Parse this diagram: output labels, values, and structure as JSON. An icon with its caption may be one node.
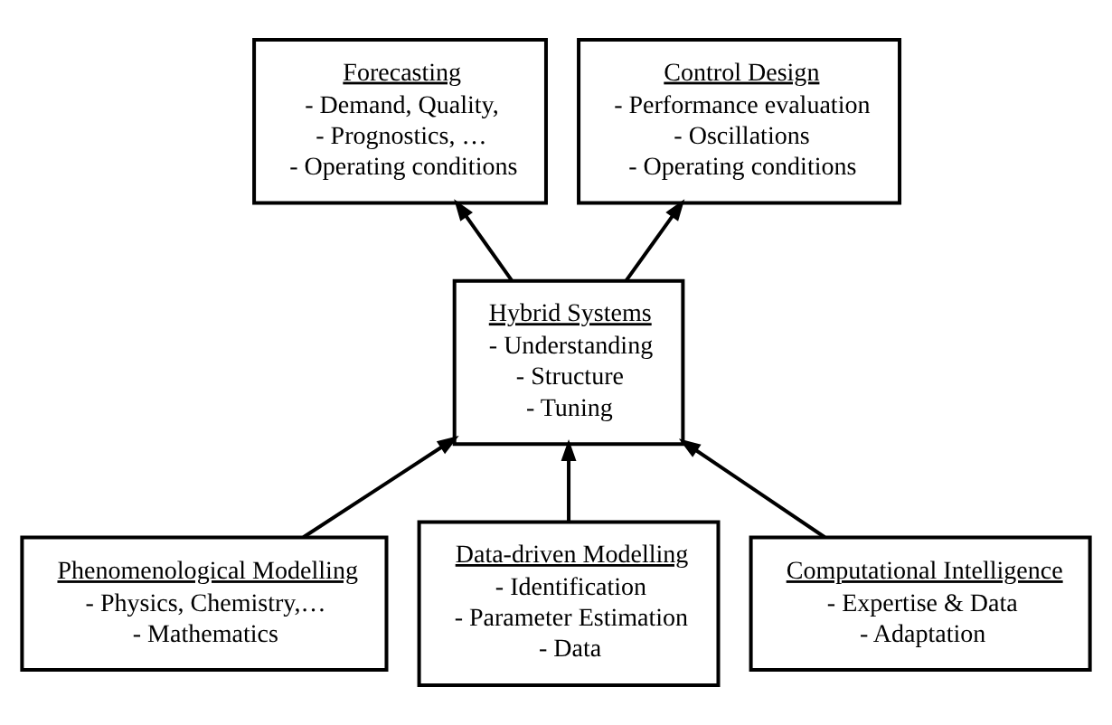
{
  "diagram": {
    "nodes": [
      {
        "text": [
          "Hybrid Systems",
          "- Understanding",
          "- Structure",
          "- Tuning"
        ]
      },
      {
        "text": [
          "Forecasting",
          "- Demand, Quality,",
          "- Prognostics, …",
          "- Operating conditions"
        ]
      },
      {
        "text": [
          "Control Design",
          "- Performance evaluation",
          "- Oscillations",
          "- Operating conditions"
        ]
      },
      {
        "text": [
          "Phenomenological Modelling",
          "- Physics, Chemistry,…",
          "- Mathematics"
        ]
      },
      {
        "text": [
          "Data-driven Modelling",
          "- Identification",
          "- Parameter Estimation",
          "- Data"
        ]
      },
      {
        "text": [
          "Computational Intelligence",
          "- Expertise & Data",
          "- Adaptation"
        ]
      }
    ],
    "edges": [
      {
        "from": 0,
        "to": 1,
        "arrow": "to"
      },
      {
        "from": 0,
        "to": 2,
        "arrow": "to"
      },
      {
        "from": 3,
        "to": 0,
        "arrow": "to"
      },
      {
        "from": 4,
        "to": 0,
        "arrow": "to"
      },
      {
        "from": 5,
        "to": 0,
        "arrow": "to"
      }
    ]
  }
}
